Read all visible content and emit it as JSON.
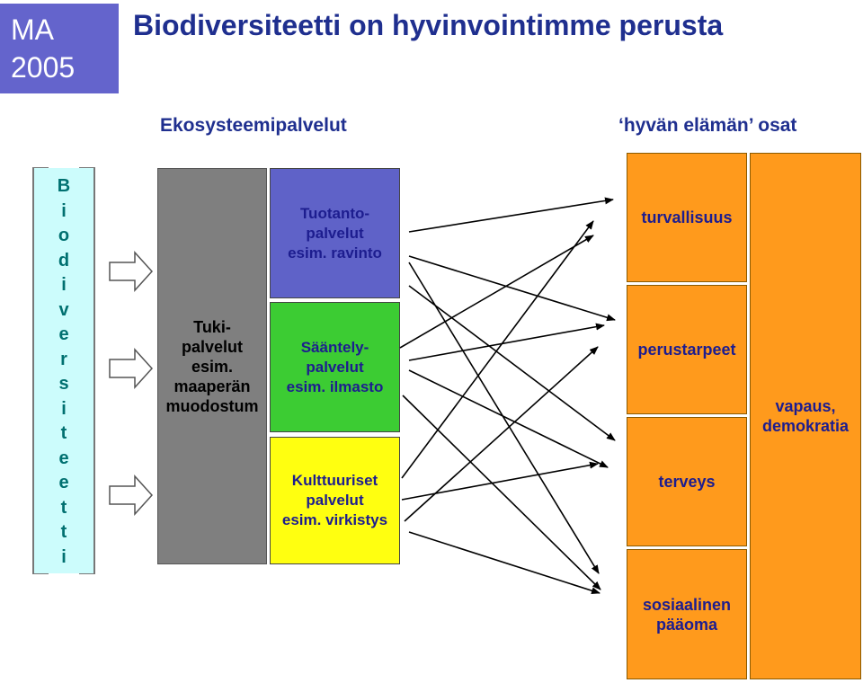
{
  "badge": {
    "line1": "MA",
    "line2": "2005"
  },
  "title": "Biodiversiteetti on hyvinvointimme perusta",
  "headers": {
    "services": "Ekosysteemipalvelut",
    "wellbeing": "‘hyvän elämän’ osat"
  },
  "biodiversity_letters": [
    "B",
    "i",
    "o",
    "d",
    "i",
    "v",
    "e",
    "r",
    "s",
    "i",
    "t",
    "e",
    "e",
    "t",
    "t",
    "i"
  ],
  "supporting": {
    "lines": [
      "Tuki-",
      "palvelut",
      "esim.",
      "maaperän",
      "muodostum"
    ]
  },
  "services": [
    {
      "lines": [
        "Tuotanto-",
        "palvelut",
        "esim. ravinto"
      ]
    },
    {
      "lines": [
        "Sääntely-",
        "palvelut",
        "esim. ilmasto"
      ]
    },
    {
      "lines": [
        "Kulttuuriset",
        "palvelut",
        "esim. virkistys"
      ]
    }
  ],
  "wellbeing": [
    {
      "label": "turvallisuus"
    },
    {
      "label": "perustarpeet"
    },
    {
      "label": "terveys"
    },
    {
      "lines": [
        "sosiaalinen",
        "pääoma"
      ]
    }
  ],
  "freedom": {
    "lines": [
      "vapaus,",
      "demokratia"
    ]
  },
  "colors": {
    "badge": "#6464cc",
    "title": "#1f2f8f",
    "biodiversity": "#ccfcfc",
    "supporting": "#7f7f7f",
    "provisioning": "#5f62c8",
    "regulating": "#3ccc33",
    "cultural": "#ffff10",
    "wellbeing": "#ff9a1c"
  },
  "links": [
    {
      "from": "provisioning",
      "to": "turvallisuus"
    },
    {
      "from": "provisioning",
      "to": "perustarpeet"
    },
    {
      "from": "provisioning",
      "to": "terveys"
    },
    {
      "from": "provisioning",
      "to": "sosiaalinen pääoma"
    },
    {
      "from": "regulating",
      "to": "turvallisuus"
    },
    {
      "from": "regulating",
      "to": "perustarpeet"
    },
    {
      "from": "regulating",
      "to": "terveys"
    },
    {
      "from": "regulating",
      "to": "sosiaalinen pääoma"
    },
    {
      "from": "cultural",
      "to": "turvallisuus"
    },
    {
      "from": "cultural",
      "to": "perustarpeet"
    },
    {
      "from": "cultural",
      "to": "terveys"
    },
    {
      "from": "cultural",
      "to": "sosiaalinen pääoma"
    }
  ]
}
